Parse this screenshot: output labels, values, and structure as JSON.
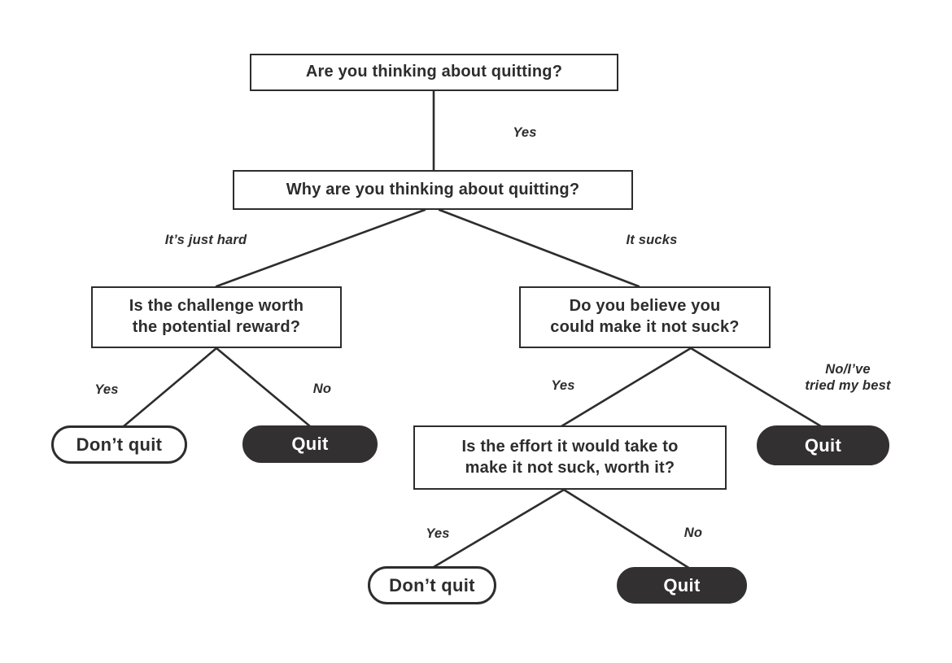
{
  "colors": {
    "ink": "#2e2c2d",
    "dark_fill": "#323031",
    "light_fill": "#ffffff",
    "pill_text": "#ffffff",
    "background": "#ffffff"
  },
  "nodes": [
    {
      "id": "q1",
      "type": "question",
      "label": "Are you thinking about quitting?"
    },
    {
      "id": "q2",
      "type": "question",
      "label": "Why are you thinking about quitting?"
    },
    {
      "id": "q3",
      "type": "question",
      "label": "Is the challenge worth\nthe potential reward?"
    },
    {
      "id": "q4",
      "type": "question",
      "label": "Do you believe you\ncould make it not suck?"
    },
    {
      "id": "q5",
      "type": "question",
      "label": "Is the effort it would take to\nmake it not suck, worth it?"
    },
    {
      "id": "dont_quit_1",
      "type": "outcome-positive",
      "label": "Don’t quit"
    },
    {
      "id": "quit_1",
      "type": "outcome-negative",
      "label": "Quit"
    },
    {
      "id": "quit_2",
      "type": "outcome-negative",
      "label": "Quit"
    },
    {
      "id": "dont_quit_2",
      "type": "outcome-positive",
      "label": "Don’t quit"
    },
    {
      "id": "quit_3",
      "type": "outcome-negative",
      "label": "Quit"
    }
  ],
  "edges": [
    {
      "from": "q1",
      "to": "q2",
      "label": "Yes"
    },
    {
      "from": "q2",
      "to": "q3",
      "label": "It’s just hard"
    },
    {
      "from": "q2",
      "to": "q4",
      "label": "It sucks"
    },
    {
      "from": "q3",
      "to": "dont_quit_1",
      "label": "Yes"
    },
    {
      "from": "q3",
      "to": "quit_1",
      "label": "No"
    },
    {
      "from": "q4",
      "to": "q5",
      "label": "Yes"
    },
    {
      "from": "q4",
      "to": "quit_2",
      "label": "No/I’ve\ntried my best"
    },
    {
      "from": "q5",
      "to": "dont_quit_2",
      "label": "Yes"
    },
    {
      "from": "q5",
      "to": "quit_3",
      "label": "No"
    }
  ]
}
